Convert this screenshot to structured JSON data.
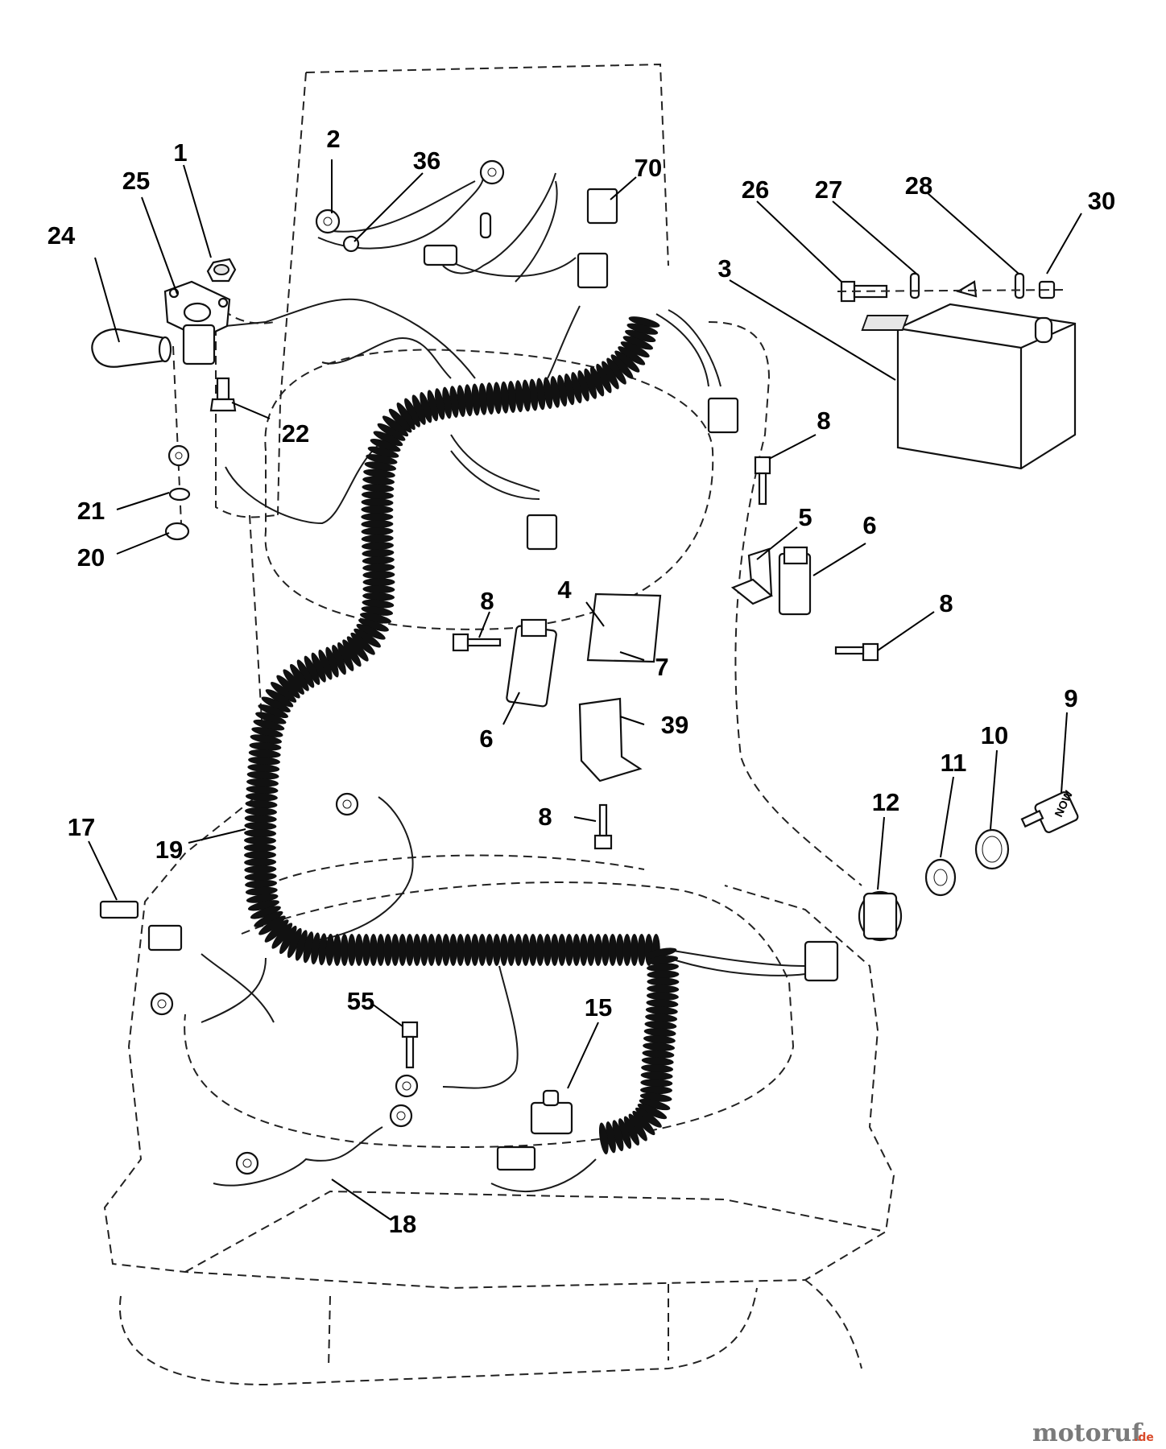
{
  "callouts": {
    "c1": "1",
    "c2": "2",
    "c3": "3",
    "c4": "4",
    "c5": "5",
    "c6a": "6",
    "c6b": "6",
    "c7": "7",
    "c8a": "8",
    "c8b": "8",
    "c8c": "8",
    "c8d": "8",
    "c9": "9",
    "c10": "10",
    "c11": "11",
    "c12": "12",
    "c15": "15",
    "c17": "17",
    "c18": "18",
    "c19": "19",
    "c20": "20",
    "c21": "21",
    "c22": "22",
    "c24": "24",
    "c25": "25",
    "c26": "26",
    "c27": "27",
    "c28": "28",
    "c30": "30",
    "c36": "36",
    "c39": "39",
    "c55": "55",
    "c70": "70"
  },
  "watermark": {
    "brand": "motoruf",
    "suffix": ".de"
  },
  "key_label": "NOW",
  "colors": {
    "ink": "#111111",
    "watermark": "#7a7a7a",
    "watermark_accent": "#d94a2a"
  }
}
